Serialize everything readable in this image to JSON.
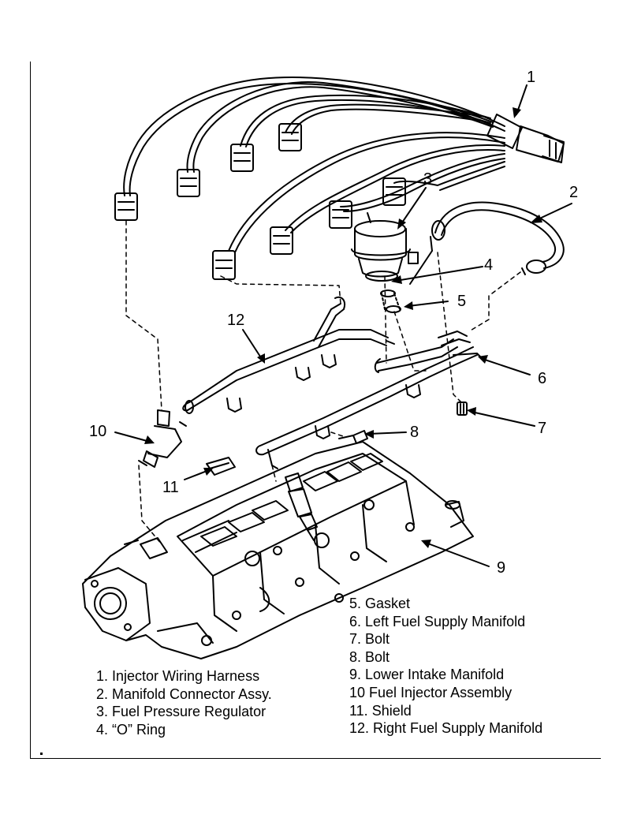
{
  "callouts": [
    "1",
    "2",
    "3",
    "4",
    "5",
    "6",
    "7",
    "8",
    "9",
    "10",
    "11",
    "12"
  ],
  "legend": {
    "left": [
      "1. Injector Wiring Harness",
      "2. Manifold Connector Assy.",
      "3. Fuel Pressure Regulator",
      "4. “O” Ring"
    ],
    "right": [
      "5. Gasket",
      "6. Left Fuel Supply Manifold",
      "7. Bolt",
      "8. Bolt",
      "9. Lower Intake Manifold",
      "10 Fuel Injector Assembly",
      "11. Shield",
      "12. Right Fuel Supply Manifold"
    ]
  }
}
